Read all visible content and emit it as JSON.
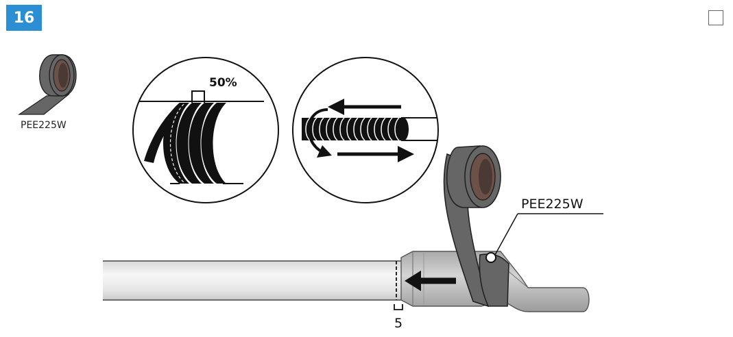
{
  "step_number": "16",
  "tape_icon_label": "PEE225W",
  "overlap_label": "50%",
  "callout_label": "PEE225W",
  "dimension_label": "5",
  "colors": {
    "badge": "#2d8fd3",
    "tape_gray": "#666666",
    "tape_inner": "#6b5148",
    "cable": "#e4e4e4",
    "lug": "#bdbdbd"
  }
}
